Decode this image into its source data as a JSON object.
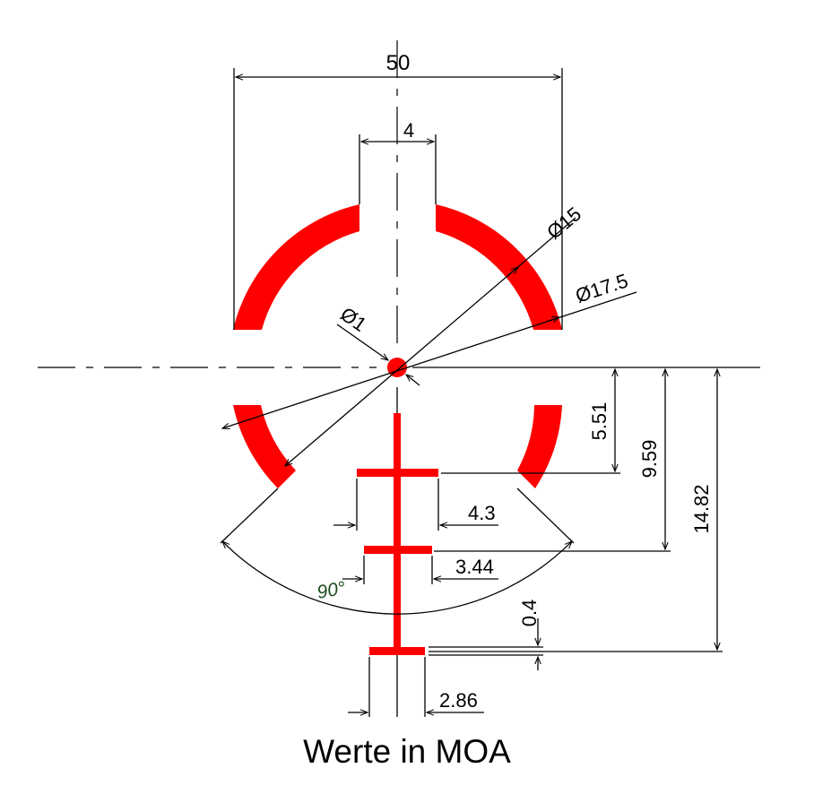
{
  "drawing": {
    "colors": {
      "reticle": "#ff0000",
      "dimension_lines": "#000000",
      "angle_label": "#1a4d1a",
      "background": "#ffffff"
    },
    "dimensions": {
      "overall_width": "50",
      "top_gap": "4",
      "inner_diameter": "Ø15",
      "outer_diameter": "Ø17.5",
      "center_dot": "Ø1",
      "bar1_offset": "5.51",
      "bar2_offset": "9.59",
      "bar3_offset": "14.82",
      "bar1_width": "4.3",
      "bar2_width": "3.44",
      "bar3_width": "2.86",
      "bar_thickness": "0.4",
      "opening_angle": "90°"
    },
    "caption": "Werte in MOA"
  }
}
